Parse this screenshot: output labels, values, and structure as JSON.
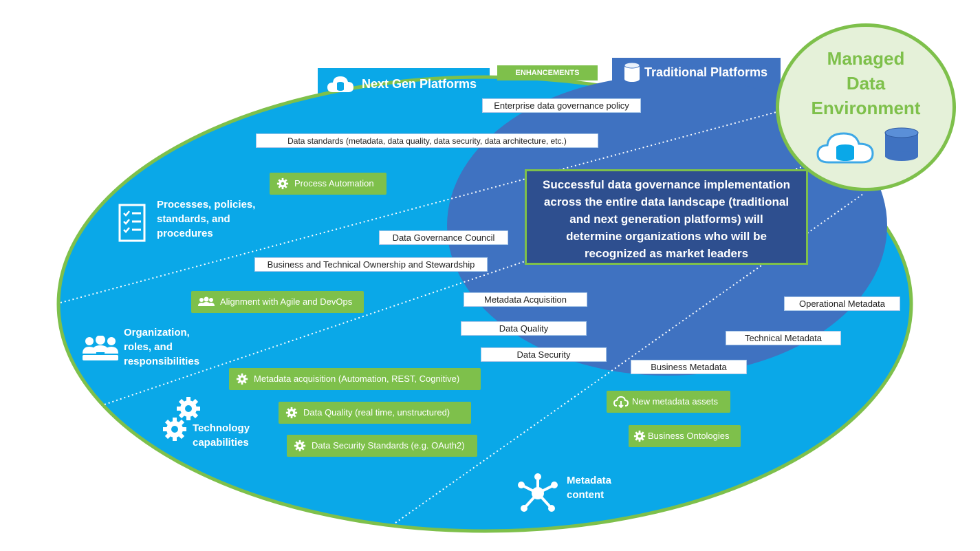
{
  "tabs": {
    "next_gen": "Next Gen Platforms",
    "enhancements": "ENHANCEMENTS",
    "traditional": "Traditional Platforms"
  },
  "managed": {
    "line1": "Managed",
    "line2": "Data",
    "line3": "Environment"
  },
  "headline": {
    "line1": "Successful data governance implementation",
    "line2": "across the entire data landscape (traditional",
    "line3": "and next generation platforms) will",
    "line4": "determine organizations who will be",
    "line5": "recognized as market leaders"
  },
  "categories": {
    "processes": [
      "Processes, policies,",
      "standards, and",
      "procedures"
    ],
    "organization": [
      "Organization,",
      "roles, and",
      "responsibilities"
    ],
    "technology": [
      "Technology",
      "capabilities"
    ],
    "metadata": [
      "Metadata",
      "content"
    ]
  },
  "white_boxes": {
    "enterprise_policy": "Enterprise data governance policy",
    "data_standards": "Data standards (metadata, data quality, data security, data architecture, etc.)",
    "governance_council": "Data Governance Council",
    "ownership": "Business and Technical Ownership and Stewardship",
    "metadata_acquisition": "Metadata Acquisition",
    "data_quality": "Data Quality",
    "data_security": "Data Security",
    "operational_metadata": "Operational Metadata",
    "technical_metadata": "Technical  Metadata",
    "business_metadata": "Business Metadata"
  },
  "green_boxes": {
    "process_automation": "Process Automation",
    "agile_devops": "Alignment with Agile and DevOps",
    "metadata_acq_auto": "Metadata acquisition (Automation, REST, Cognitive)",
    "dq_realtime": "Data Quality (real time, unstructured)",
    "security_standards": "Data Security Standards (e.g. OAuth2)",
    "new_assets": "New metadata assets",
    "ontologies": "Business Ontologies"
  },
  "icons": {
    "cloud": "cloud-database-icon",
    "database": "database-icon",
    "checklist": "checklist-icon",
    "people": "people-group-icon",
    "gears": "gears-icon",
    "network": "network-hub-icon"
  },
  "colors": {
    "outer_blue": "#0aa8e8",
    "inner_navy": "#3f72c1",
    "green": "#7ec04b",
    "headline_bg": "#2e4f8f",
    "managed_text": "#7ec04b"
  }
}
